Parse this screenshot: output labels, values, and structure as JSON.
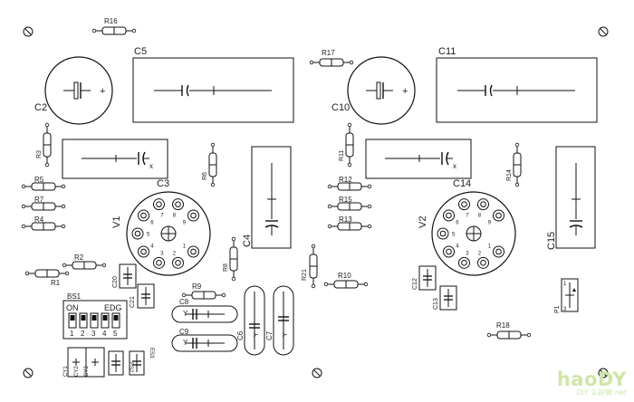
{
  "watermark": {
    "main": "haoDY",
    "sub": "DIY 么好做.net"
  },
  "labels": {
    "R16": "R16",
    "R17": "R17",
    "C5": "C5",
    "C11": "C11",
    "C2": "C2",
    "C10": "C10",
    "R3": "R3",
    "C3": "C3",
    "R11": "R11",
    "C14": "C14",
    "R6": "R6",
    "R14": "R14",
    "R5": "R5",
    "R7": "R7",
    "R4": "R4",
    "R12": "R12",
    "R15": "R15",
    "R13": "R13",
    "V1": "V1",
    "V2": "V2",
    "C4": "C4",
    "C15": "C15",
    "R2": "R2",
    "R1": "R1",
    "R8": "R8",
    "R21": "R21",
    "R10": "R10",
    "R9": "R9",
    "C8": "C8",
    "C9": "C9",
    "C6": "C6",
    "C7": "C7",
    "C20": "C20",
    "C21": "C21",
    "C12": "C12",
    "C13": "C13",
    "R18": "R18",
    "P1": "P1",
    "BS1": "BS1",
    "ON": "ON",
    "EDG": "EDG",
    "CY1": "CY1",
    "CY2": "CY2",
    "CY3": "CY3",
    "ES2": "ES2",
    "ES3": "ES3"
  },
  "glyphs": {
    "plus": "+",
    "x": "x",
    "y": "Y"
  },
  "switch_numbers": [
    "1",
    "2",
    "3",
    "4",
    "5"
  ],
  "pin_numbers": [
    "1",
    "2",
    "3",
    "4",
    "5",
    "6",
    "7",
    "8",
    "9"
  ],
  "p1_pins": [
    "1",
    "3"
  ]
}
